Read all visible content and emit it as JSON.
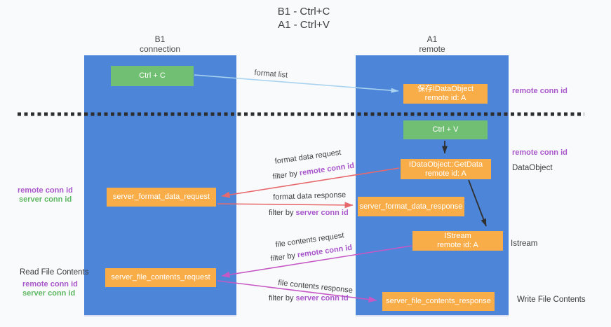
{
  "title": {
    "line1": "B1 - Ctrl+C",
    "line2": "A1 - Ctrl+V"
  },
  "lanes": {
    "left": {
      "name": "B1",
      "role": "connection"
    },
    "right": {
      "name": "A1",
      "role": "remote"
    }
  },
  "nodes": {
    "ctrl_c": {
      "label": "Ctrl + C"
    },
    "ctrl_v": {
      "label": "Ctrl + V"
    },
    "save_dataobject": {
      "line1": "保存IDataObject",
      "line2": "remote id: A"
    },
    "getdata": {
      "line1": "IDataObject::GetData",
      "line2": "remote id: A"
    },
    "istream": {
      "line1": "IStream",
      "line2": "remote id: A"
    },
    "format_request": {
      "label": "server_format_data_request"
    },
    "format_response": {
      "label": "server_format_data_response"
    },
    "file_request": {
      "label": "server_file_contents_request"
    },
    "file_response": {
      "label": "server_file_contents_response"
    }
  },
  "flows": {
    "format_list": "format list",
    "format_data_request": "format data request",
    "format_data_response": "format data response",
    "file_contents_request": "file contents request",
    "file_contents_response": "file contents response",
    "filter_by": "filter by",
    "remote_conn_id": "remote conn id",
    "server_conn_id": "server conn id"
  },
  "side_labels": {
    "remote_conn_id_top": "remote conn id",
    "remote_conn_id_mid": "remote conn id",
    "dataobject": "DataObject",
    "istream": "Istream",
    "write_file_contents": "Write File Contents",
    "read_file_contents": "Read File Contents",
    "left_remote_conn_id": "remote conn id",
    "left_server_conn_id": "server conn id",
    "lower_remote_conn_id": "remote conn id",
    "lower_server_conn_id": "server conn id"
  },
  "colors": {
    "lane_blue": "#4d86d8",
    "node_orange": "#f9ad49",
    "node_green": "#71bf73",
    "arrow_red": "#e8696d",
    "arrow_magenta": "#c558c5",
    "arrow_light_blue": "#a9d3f0",
    "arrow_black": "#303030",
    "id_purple": "#a957cb",
    "id_green": "#5eb763"
  }
}
